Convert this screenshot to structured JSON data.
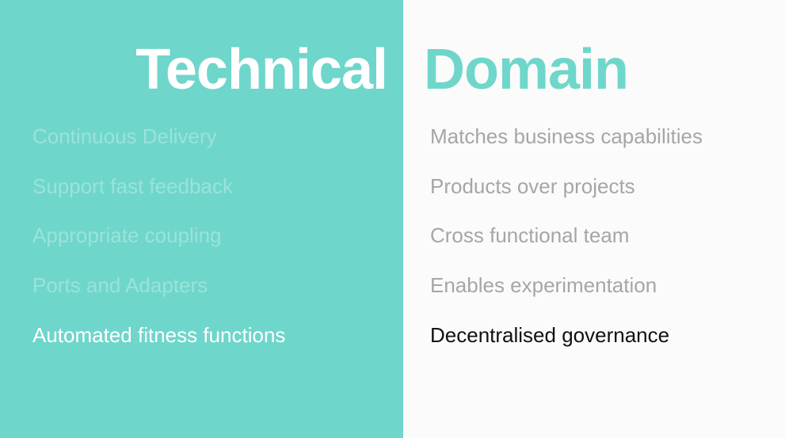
{
  "technical": {
    "title": "Technical",
    "items": [
      "Continuous Delivery",
      "Support fast feedback",
      "Appropriate coupling",
      "Ports and Adapters",
      "Automated fitness functions"
    ],
    "active_index": 4
  },
  "domain": {
    "title": "Domain",
    "items": [
      "Matches business capabilities",
      "Products over projects",
      "Cross functional team",
      "Enables experimentation",
      "Decentralised governance"
    ],
    "active_index": 4
  },
  "colors": {
    "teal": "#6fd6cb",
    "white": "#ffffff",
    "faded_white": "#9ae3db",
    "gray_text": "#a6a6a6",
    "dark_text": "#111111"
  }
}
